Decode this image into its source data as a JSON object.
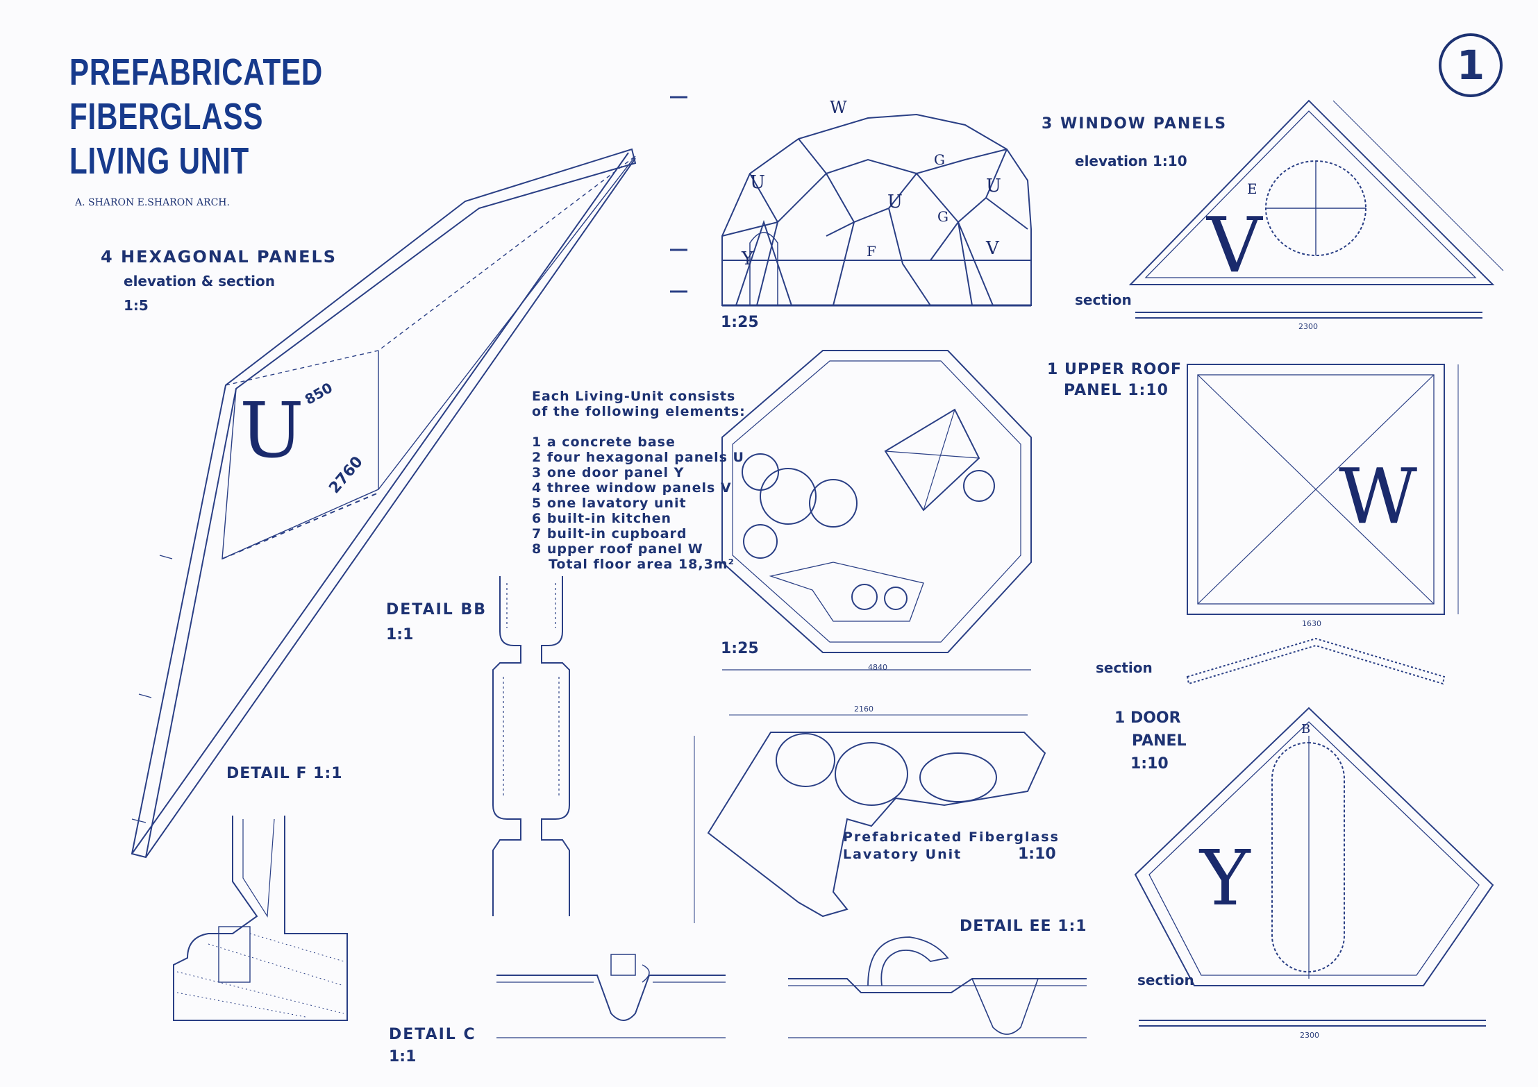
{
  "sheet_number": "1",
  "title_lines": [
    "PREFABRICATED",
    "FIBERGLASS",
    "LIVING UNIT"
  ],
  "architects": "A. SHARON  E.SHARON  ARCH.",
  "hexagonal": {
    "heading": "4 HEXAGONAL PANELS",
    "sub": "elevation & section",
    "scale": "1:5",
    "letter": "U",
    "dim1": "850",
    "dim2": "2760"
  },
  "window": {
    "heading": "3 WINDOW PANELS",
    "sub": "elevation 1:10",
    "letter": "V",
    "section": "section",
    "dim": "2300",
    "mark": "E"
  },
  "roof": {
    "heading_line1": "1 UPPER ROOF",
    "heading_line2": "PANEL 1:10",
    "letter": "W",
    "section": "section",
    "dim": "1630"
  },
  "door": {
    "heading_line1": "1 DOOR",
    "heading_line2": "PANEL",
    "scale": "1:10",
    "letter": "Y",
    "section": "section",
    "dim": "2300",
    "mark": "B"
  },
  "elevation": {
    "scale": "1:25",
    "letters": [
      "W",
      "U",
      "U",
      "U",
      "Y",
      "V",
      "G",
      "G",
      "F"
    ]
  },
  "plan": {
    "scale": "1:25",
    "dim": "4840"
  },
  "elements": {
    "intro_line1": "Each  Living-Unit  consists",
    "intro_line2": "of the  following  elements:",
    "items": [
      "1 a concrete  base",
      "2 four hexagonal panels U",
      "3 one door panel Y",
      "4 three window panels V",
      "5 one lavatory unit",
      "6 built-in kitchen",
      "7 built-in cupboard",
      "8 upper roof panel W"
    ],
    "total": "Total floor area 18,3m²"
  },
  "details": {
    "bb": "DETAIL BB",
    "bb_scale": "1:1",
    "f": "DETAIL F  1:1",
    "c": "DETAIL C",
    "c_scale": "1:1",
    "ee": "DETAIL EE 1:1"
  },
  "lavatory": {
    "line1": "Prefabricated  Fiberglass",
    "line2": "Lavatory  Unit",
    "scale": "1:10",
    "dim": "2160"
  },
  "colors": {
    "ink": "#1d3272",
    "paper": "#fbfbfd"
  }
}
